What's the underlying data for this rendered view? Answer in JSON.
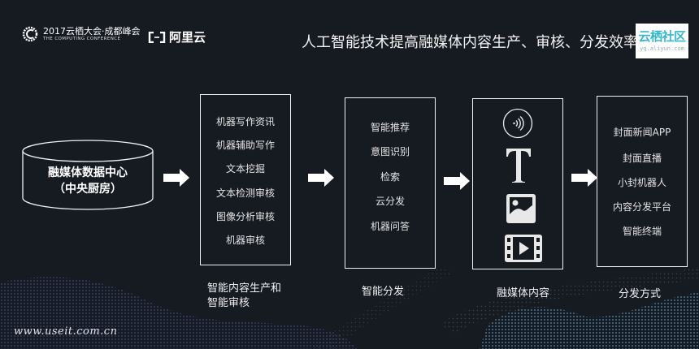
{
  "header": {
    "conference_logo": {
      "title": "2017云栖大会·成都峰会",
      "subtitle": "THE COMPUTING CONFERENCE",
      "icon": "computing-conference-logo-icon"
    },
    "aliyun_logo": {
      "text": "阿里云",
      "icon": "aliyun-bracket-logo-icon"
    },
    "slide_title": "人工智能技术提高融媒体内容生产、审核、分发效率",
    "watermark_badge": {
      "title": "云栖社区",
      "url_text": "yq.aliyun.com"
    }
  },
  "diagram": {
    "data_center": {
      "line1": "融媒体数据中心",
      "line2": "（中央厨房）",
      "icon": "database-cylinder-icon"
    },
    "stages": [
      {
        "id": "production",
        "items": [
          "机器写作资讯",
          "机器辅助写作",
          "文本挖掘",
          "文本检测审核",
          "图像分析审核",
          "机器审核"
        ],
        "caption_line1": "智能内容生产和",
        "caption_line2": "智能审核"
      },
      {
        "id": "distribution",
        "items": [
          "智能推荐",
          "意图识别",
          "检索",
          "云分发",
          "机器问答"
        ],
        "caption_line1": "智能分发"
      },
      {
        "id": "content",
        "icons": [
          "audio-icon",
          "text-icon",
          "image-icon",
          "video-icon"
        ],
        "caption_line1": "融媒体内容"
      },
      {
        "id": "channels",
        "items": [
          "封面新闻APP",
          "封面直播",
          "小封机器人",
          "内容分发平台",
          "智能终端"
        ],
        "caption_line1": "分发方式"
      }
    ],
    "arrows": [
      "arrow-right-icon",
      "arrow-right-icon",
      "arrow-right-icon",
      "arrow-right-icon"
    ]
  },
  "footer": {
    "watermark": "www.useit.com.cn"
  },
  "colors": {
    "background": "#161a21",
    "box_border": "#f0f0f0",
    "badge_accent": "#34b7cd",
    "wave_blue": "#3b7fd6"
  }
}
